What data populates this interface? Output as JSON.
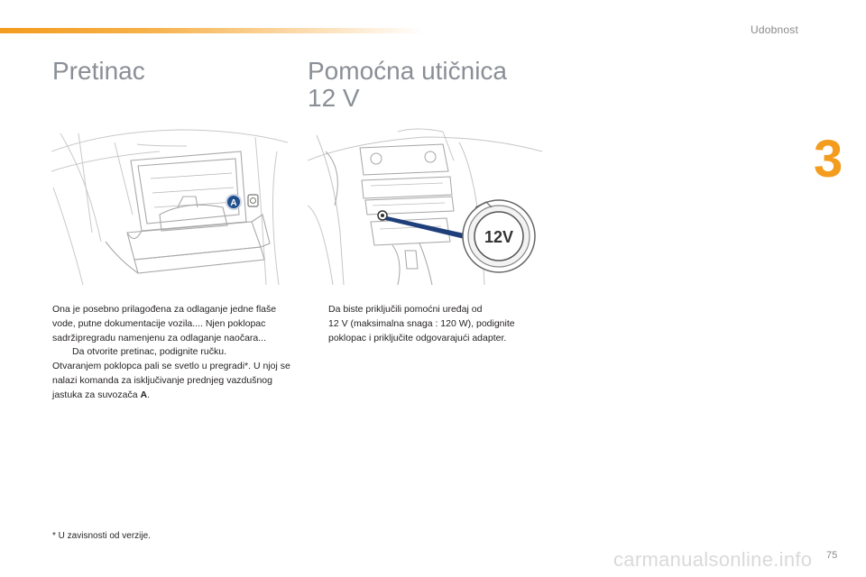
{
  "header": {
    "section_name": "Udobnost",
    "chapter_number": "3",
    "accent_color": "#f39c1e"
  },
  "left": {
    "title": "Pretinac",
    "figure": {
      "label": "A",
      "badge_color": "#1f4e8c"
    },
    "paragraph_1": "Ona je posebno prilagođena za odlaganje jedne flaše vode, putne dokumentacije vozila.... Njen poklopac sadržipregradu namenjenu za odlaganje naočara...",
    "bullet_mark": "",
    "bullet_1": "Da otvorite pretinac, podignite ručku.",
    "paragraph_2": "Otvaranjem poklopca pali se svetlo u pregradi*. U njoj se nalazi komanda za isključivanje prednjeg vazdušnog jastuka za suvozača ",
    "paragraph_2_bold": "A",
    "paragraph_2_end": "."
  },
  "right": {
    "title_line_1": "Pomoćna utičnica",
    "title_line_2": "12 V",
    "figure": {
      "socket_label": "12V",
      "pointer_color": "#1f3f7a"
    },
    "bullet_mark": "",
    "bullet_1_line_1": "Da biste priključili pomoćni uređaj od",
    "bullet_1_rest": "12 V (maksimalna snaga : 120 W), podignite poklopac i priključite odgovarajući adapter."
  },
  "footnote": "* U zavisnosti od verzije.",
  "page_number": "75",
  "watermark": "carmanualsonline.info"
}
